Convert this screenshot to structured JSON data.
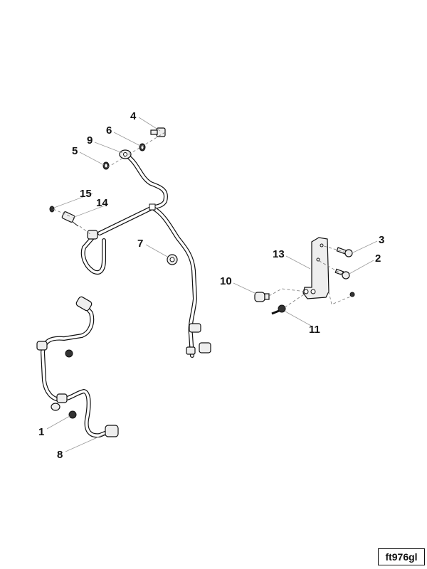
{
  "diagram": {
    "reference_code": "ft976gl",
    "callouts": [
      "1",
      "2",
      "3",
      "4",
      "5",
      "6",
      "7",
      "8",
      "9",
      "10",
      "11",
      "13",
      "14",
      "15"
    ]
  }
}
